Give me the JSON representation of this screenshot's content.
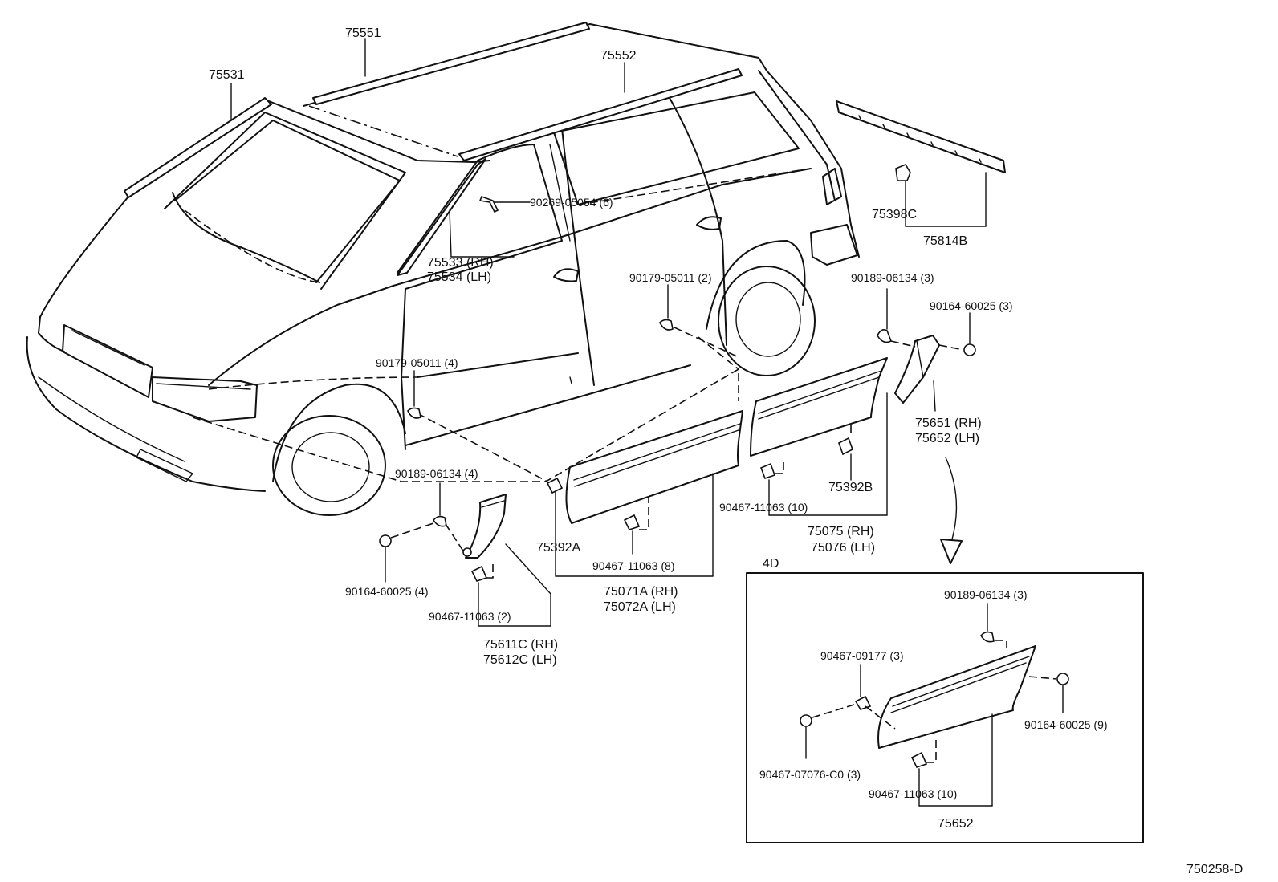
{
  "labels": {
    "p75551": "75551",
    "p75552": "75552",
    "p75531": "75531",
    "p90269": "90269-05054 (6)",
    "p75533": "75533 (RH)",
    "p75534": "75534 (LH)",
    "p75398c": "75398C",
    "p75814b": "75814B",
    "p90179_2": "90179-05011 (2)",
    "p90189_3a": "90189-06134 (3)",
    "p90164_3": "90164-60025 (3)",
    "p90179_4": "90179-05011 (4)",
    "p75651": "75651 (RH)",
    "p75652_lh": "75652 (LH)",
    "p90189_4": "90189-06134 (4)",
    "p75392b": "75392B",
    "p90467_10a": "90467-11063 (10)",
    "p75075": "75075 (RH)",
    "p75076": "75076 (LH)",
    "p75392a": "75392A",
    "p90164_4": "90164-60025 (4)",
    "p90467_8": "90467-11063 (8)",
    "p75071a": "75071A (RH)",
    "p75072a": "75072A (LH)",
    "p90467_2": "90467-11063 (2)",
    "p75611c": "75611C (RH)",
    "p75612c": "75612C (LH)",
    "inset_title": "4D",
    "p90189_3b": "90189-06134 (3)",
    "p90467_09177": "90467-09177 (3)",
    "p90164_9": "90164-60025 (9)",
    "p90467_07076": "90467-07076-C0 (3)",
    "p90467_10b": "90467-11063 (10)",
    "p75652": "75652",
    "drawing_no": "750258-D"
  }
}
